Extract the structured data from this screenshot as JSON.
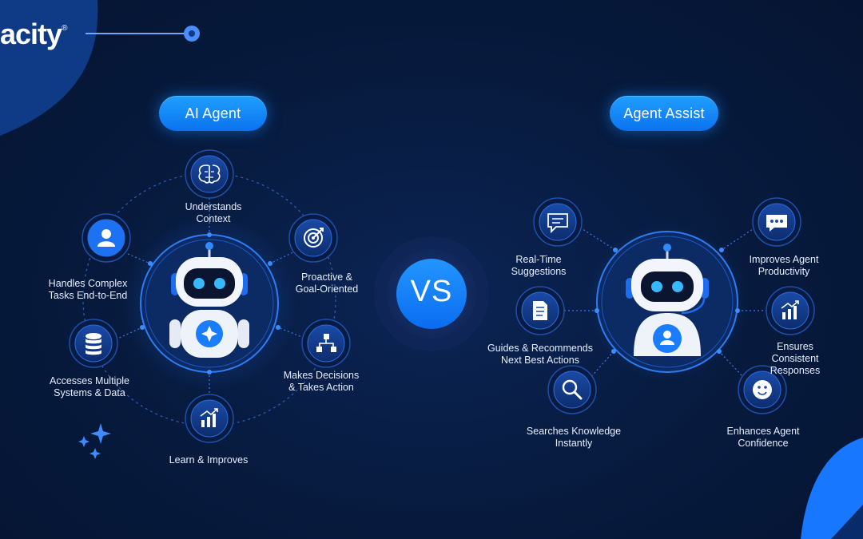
{
  "brand": {
    "name": "acity",
    "mark": "®"
  },
  "left_title": "AI Agent",
  "right_title": "Agent Assist",
  "vs_label": "VS",
  "ai_agent": {
    "features": [
      {
        "icon": "brain-icon",
        "label": "Understands\nContext"
      },
      {
        "icon": "target-icon",
        "label": "Proactive &\nGoal-Oriented"
      },
      {
        "icon": "workflow-icon",
        "label": "Makes Decisions\n& Takes Action"
      },
      {
        "icon": "growth-chart-icon",
        "label": "Learn & Improves"
      },
      {
        "icon": "database-icon",
        "label": "Accesses Multiple\nSystems & Data"
      },
      {
        "icon": "user-icon",
        "label": "Handles Complex\nTasks End-to-End"
      }
    ]
  },
  "agent_assist": {
    "features": [
      {
        "icon": "chat-icon",
        "label": "Real-Time\nSuggestions"
      },
      {
        "icon": "document-icon",
        "label": "Guides & Recommends\nNext Best Actions"
      },
      {
        "icon": "search-icon",
        "label": "Searches Knowledge\nInstantly"
      },
      {
        "icon": "message-dots-icon",
        "label": "Improves Agent\nProductivity"
      },
      {
        "icon": "growth-chart-icon",
        "label": "Ensures Consistent\nResponses"
      },
      {
        "icon": "smile-icon",
        "label": "Enhances Agent\nConfidence"
      }
    ]
  },
  "colors": {
    "accent": "#1a8cff",
    "background": "#071a3d",
    "icon_ring": "#1f4fa8"
  }
}
